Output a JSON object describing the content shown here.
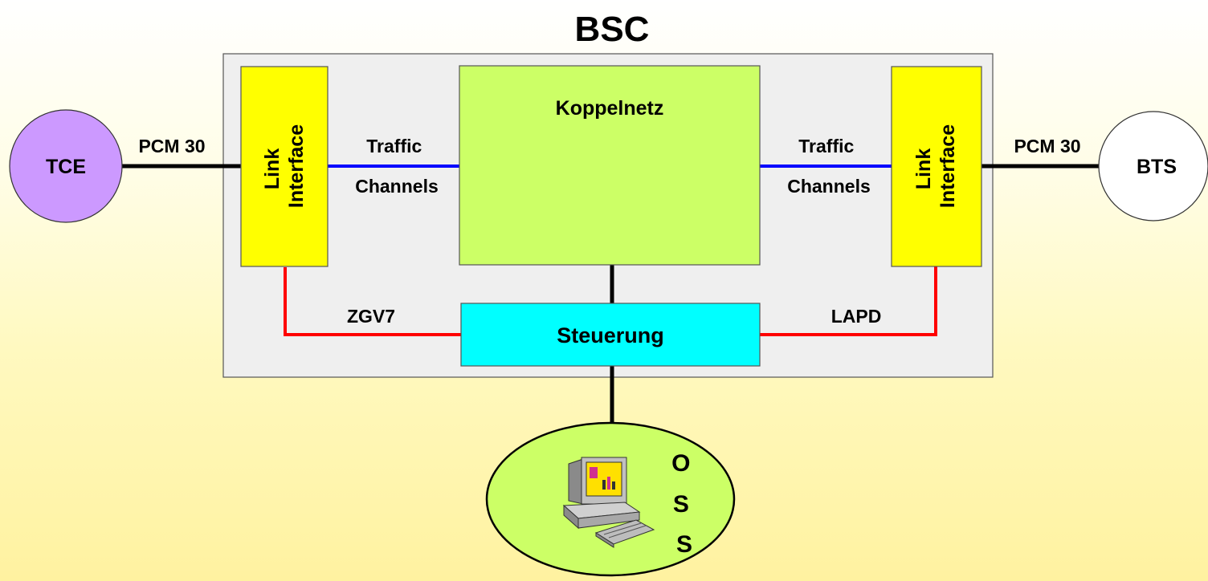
{
  "title": "BSC",
  "nodes": {
    "tce": "TCE",
    "bts": "BTS",
    "link_left": [
      "Link",
      "Interface"
    ],
    "link_right": [
      "Link",
      "Interface"
    ],
    "koppelnetz": "Koppelnetz",
    "steuerung": "Steuerung",
    "oss": [
      "O",
      "S",
      "S"
    ]
  },
  "connections": {
    "pcm_left": "PCM 30",
    "pcm_right": "PCM 30",
    "traffic_left": [
      "Traffic",
      "Channels"
    ],
    "traffic_right": [
      "Traffic",
      "Channels"
    ],
    "zgv7": "ZGV7",
    "lapd": "LAPD"
  },
  "colors": {
    "bsc_box": "#efefef",
    "link_interface": "#ffff00",
    "koppelnetz": "#ccff66",
    "steuerung": "#00ffff",
    "tce": "#cc99ff",
    "bts": "#ffffff",
    "oss": "#ccff66",
    "traffic_line": "#0000ff",
    "signal_line": "#ff0000",
    "trunk_line": "#000000"
  },
  "icons": {
    "oss_terminal": "computer-terminal-icon"
  }
}
